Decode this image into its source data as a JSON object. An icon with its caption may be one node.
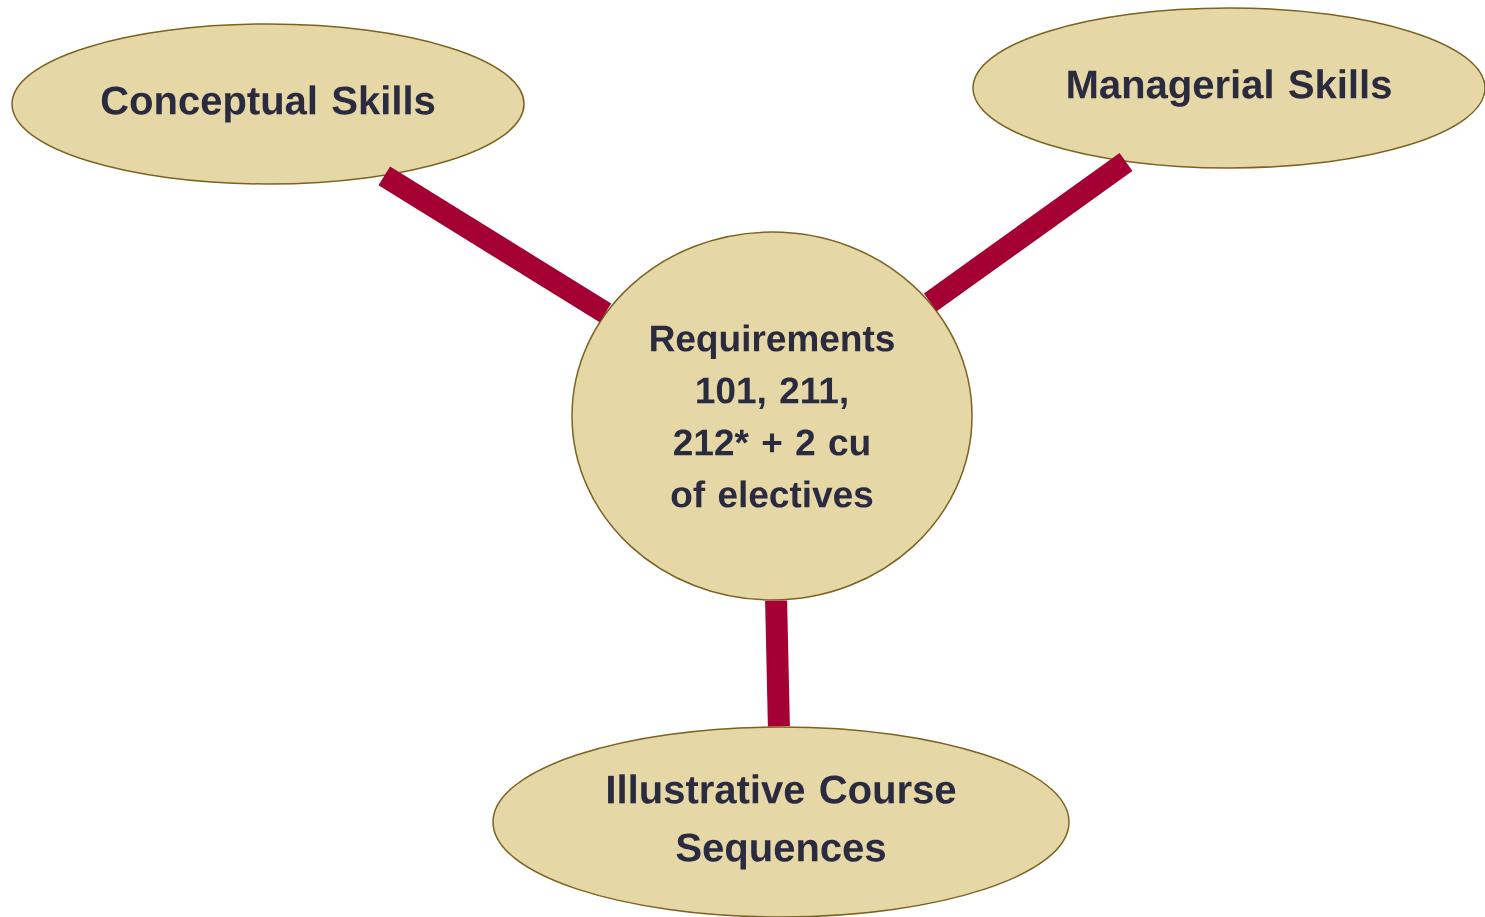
{
  "diagram": {
    "nodes": [
      {
        "text": [
          "Conceptual Skills"
        ]
      },
      {
        "text": [
          "Managerial Skills"
        ]
      },
      {
        "text": [
          "Requirements 101, 211, 212* + 2 cu of electives"
        ]
      },
      {
        "text": [
          "Illustrative Course Sequences"
        ]
      }
    ],
    "edges": [
      {
        "from": 0,
        "to": 2,
        "arrow": "none"
      },
      {
        "from": 1,
        "to": 2,
        "arrow": "none"
      },
      {
        "from": 2,
        "to": 3,
        "arrow": "none"
      }
    ]
  }
}
